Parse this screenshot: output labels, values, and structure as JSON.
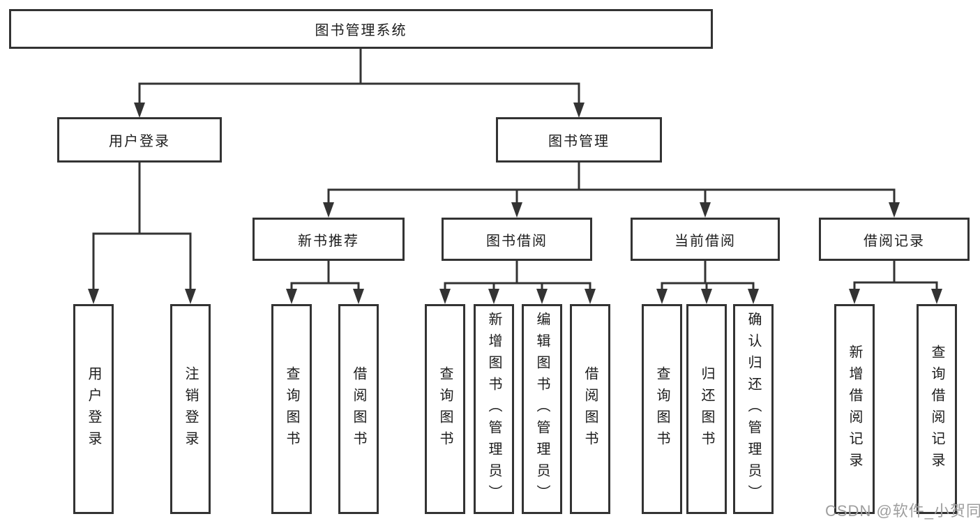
{
  "tree": {
    "root": {
      "label": "图书管理系统"
    },
    "branches": [
      {
        "label": "用户登录",
        "children": [
          {
            "label": "用户登录"
          },
          {
            "label": "注销登录"
          }
        ]
      },
      {
        "label": "图书管理",
        "groups": [
          {
            "label": "新书推荐",
            "children": [
              {
                "label": "查询图书"
              },
              {
                "label": "借阅图书"
              }
            ]
          },
          {
            "label": "图书借阅",
            "children": [
              {
                "label": "查询图书"
              },
              {
                "label": "新增图书（管理员）"
              },
              {
                "label": "编辑图书（管理员）"
              },
              {
                "label": "借阅图书"
              }
            ]
          },
          {
            "label": "当前借阅",
            "children": [
              {
                "label": "查询图书"
              },
              {
                "label": "归还图书"
              },
              {
                "label": "确认归还（管理员）"
              }
            ]
          },
          {
            "label": "借阅记录",
            "children": [
              {
                "label": "新增借阅记录"
              },
              {
                "label": "查询借阅记录"
              }
            ]
          }
        ]
      }
    ]
  },
  "watermark": {
    "text": "CSDN @软件_小贺同学"
  },
  "colors": {
    "line": "#333333",
    "node_border": "#333333",
    "node_fill": "#ffffff",
    "text": "#1c1c1c",
    "watermark": "#9e9e9e",
    "background": "#ffffff"
  }
}
